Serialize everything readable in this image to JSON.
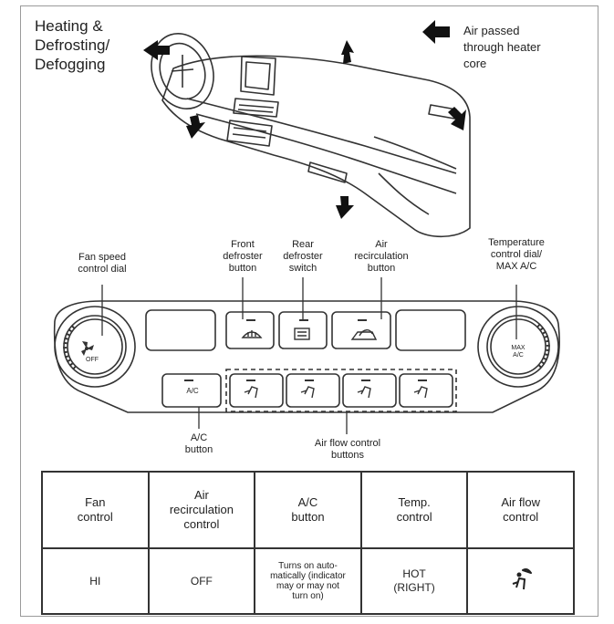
{
  "diagram": {
    "title_lines": [
      "Heating &",
      "Defrosting/",
      "Defogging"
    ],
    "note_lines": [
      "Air passed",
      "through heater",
      "core"
    ],
    "callouts": {
      "fan_speed": [
        "Fan speed",
        "control dial"
      ],
      "front_defroster": [
        "Front",
        "defroster",
        "button"
      ],
      "rear_defroster": [
        "Rear",
        "defroster",
        "switch"
      ],
      "air_recirculation": [
        "Air",
        "recirculation",
        "button"
      ],
      "temperature": [
        "Temperature",
        "control dial/",
        "MAX A/C"
      ],
      "ac_button": [
        "A/C",
        "button"
      ],
      "air_flow": [
        "Air flow control",
        "buttons"
      ]
    },
    "panel_text": {
      "fan_dial": "OFF",
      "temp_dial": [
        "MAX",
        "A/C"
      ],
      "ac_key": "A/C"
    }
  },
  "table": {
    "headers": [
      [
        "Fan",
        "control"
      ],
      [
        "Air",
        "recirculation",
        "control"
      ],
      [
        "A/C",
        "button"
      ],
      [
        "Temp.",
        "control"
      ],
      [
        "Air flow",
        "control"
      ]
    ],
    "values": [
      [
        "HI"
      ],
      [
        "OFF"
      ],
      [
        "Turns on auto-",
        "matically (indicator",
        "may or may not",
        "turn on)"
      ],
      [
        "HOT",
        "(RIGHT)"
      ],
      []
    ],
    "value_icons": [
      "",
      "",
      "",
      "",
      "floor-defrost-airflow-icon"
    ]
  }
}
